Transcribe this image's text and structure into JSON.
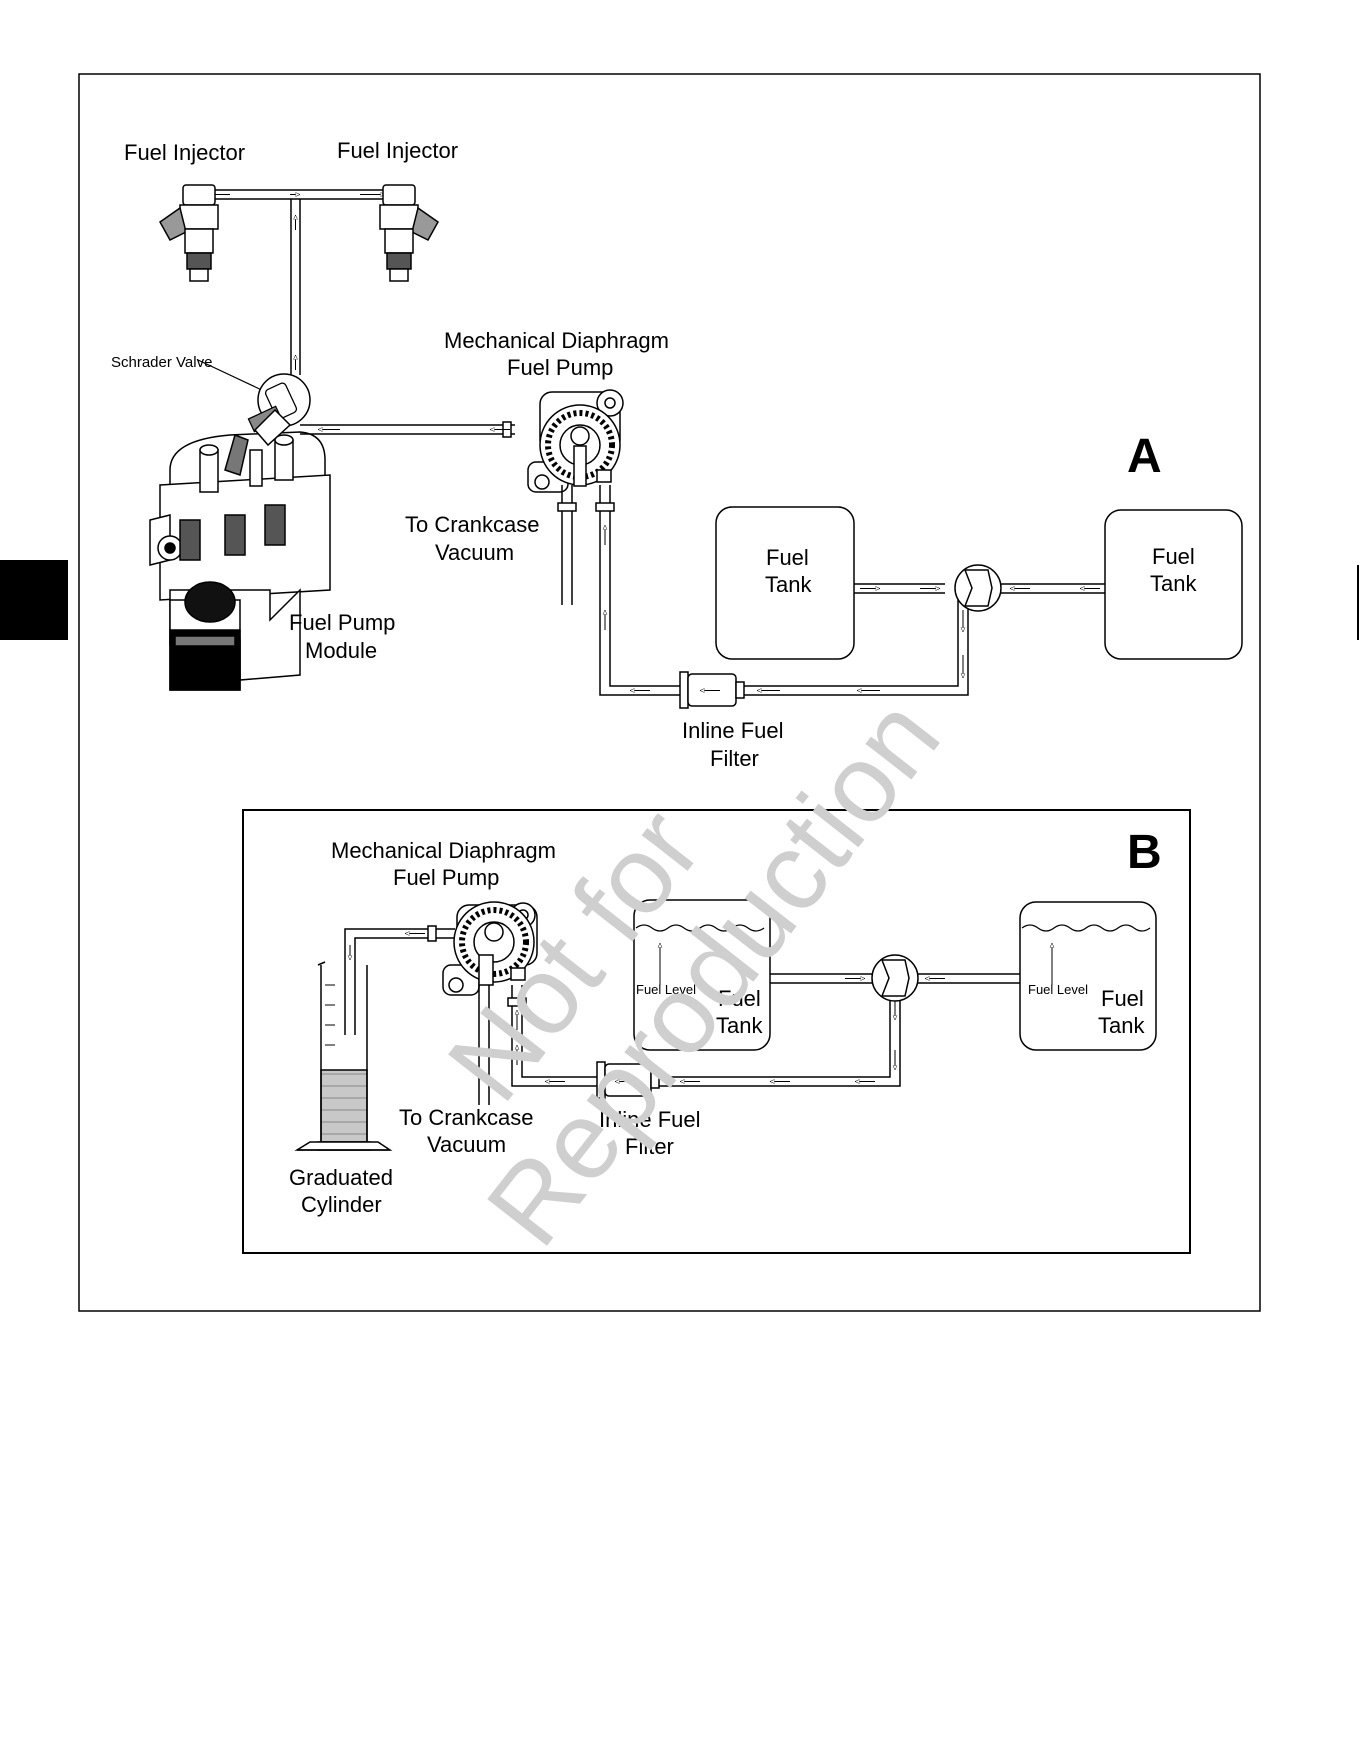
{
  "labels": {
    "fuel_injector_left": "Fuel Injector",
    "fuel_injector_right": "Fuel Injector",
    "schrader_valve": "Schrader Valve",
    "pump_a_l1": "Mechanical Diaphragm",
    "pump_a_l2": "Fuel Pump",
    "panel_a": "A",
    "crankcase_a_l1": "To Crankcase",
    "crankcase_a_l2": "Vacuum",
    "fuel_pump_module_l1": "Fuel Pump",
    "fuel_pump_module_l2": "Module",
    "tank_a1_l1": "Fuel",
    "tank_a1_l2": "Tank",
    "tank_a2_l1": "Fuel",
    "tank_a2_l2": "Tank",
    "filter_a_l1": "Inline Fuel",
    "filter_a_l2": "Filter",
    "pump_b_l1": "Mechanical Diaphragm",
    "pump_b_l2": "Fuel Pump",
    "panel_b": "B",
    "fuel_level_1": "Fuel Level",
    "fuel_level_2": "Fuel Level",
    "tank_b1_l1": "Fuel",
    "tank_b1_l2": "Tank",
    "tank_b2_l1": "Fuel",
    "tank_b2_l2": "Tank",
    "crankcase_b_l1": "To Crankcase",
    "crankcase_b_l2": "Vacuum",
    "filter_b_l1": "Inline Fuel",
    "filter_b_l2": "Filter",
    "cylinder_l1": "Graduated",
    "cylinder_l2": "Cylinder"
  },
  "watermark": {
    "line1": "Not for",
    "line2": "Reproduction"
  }
}
